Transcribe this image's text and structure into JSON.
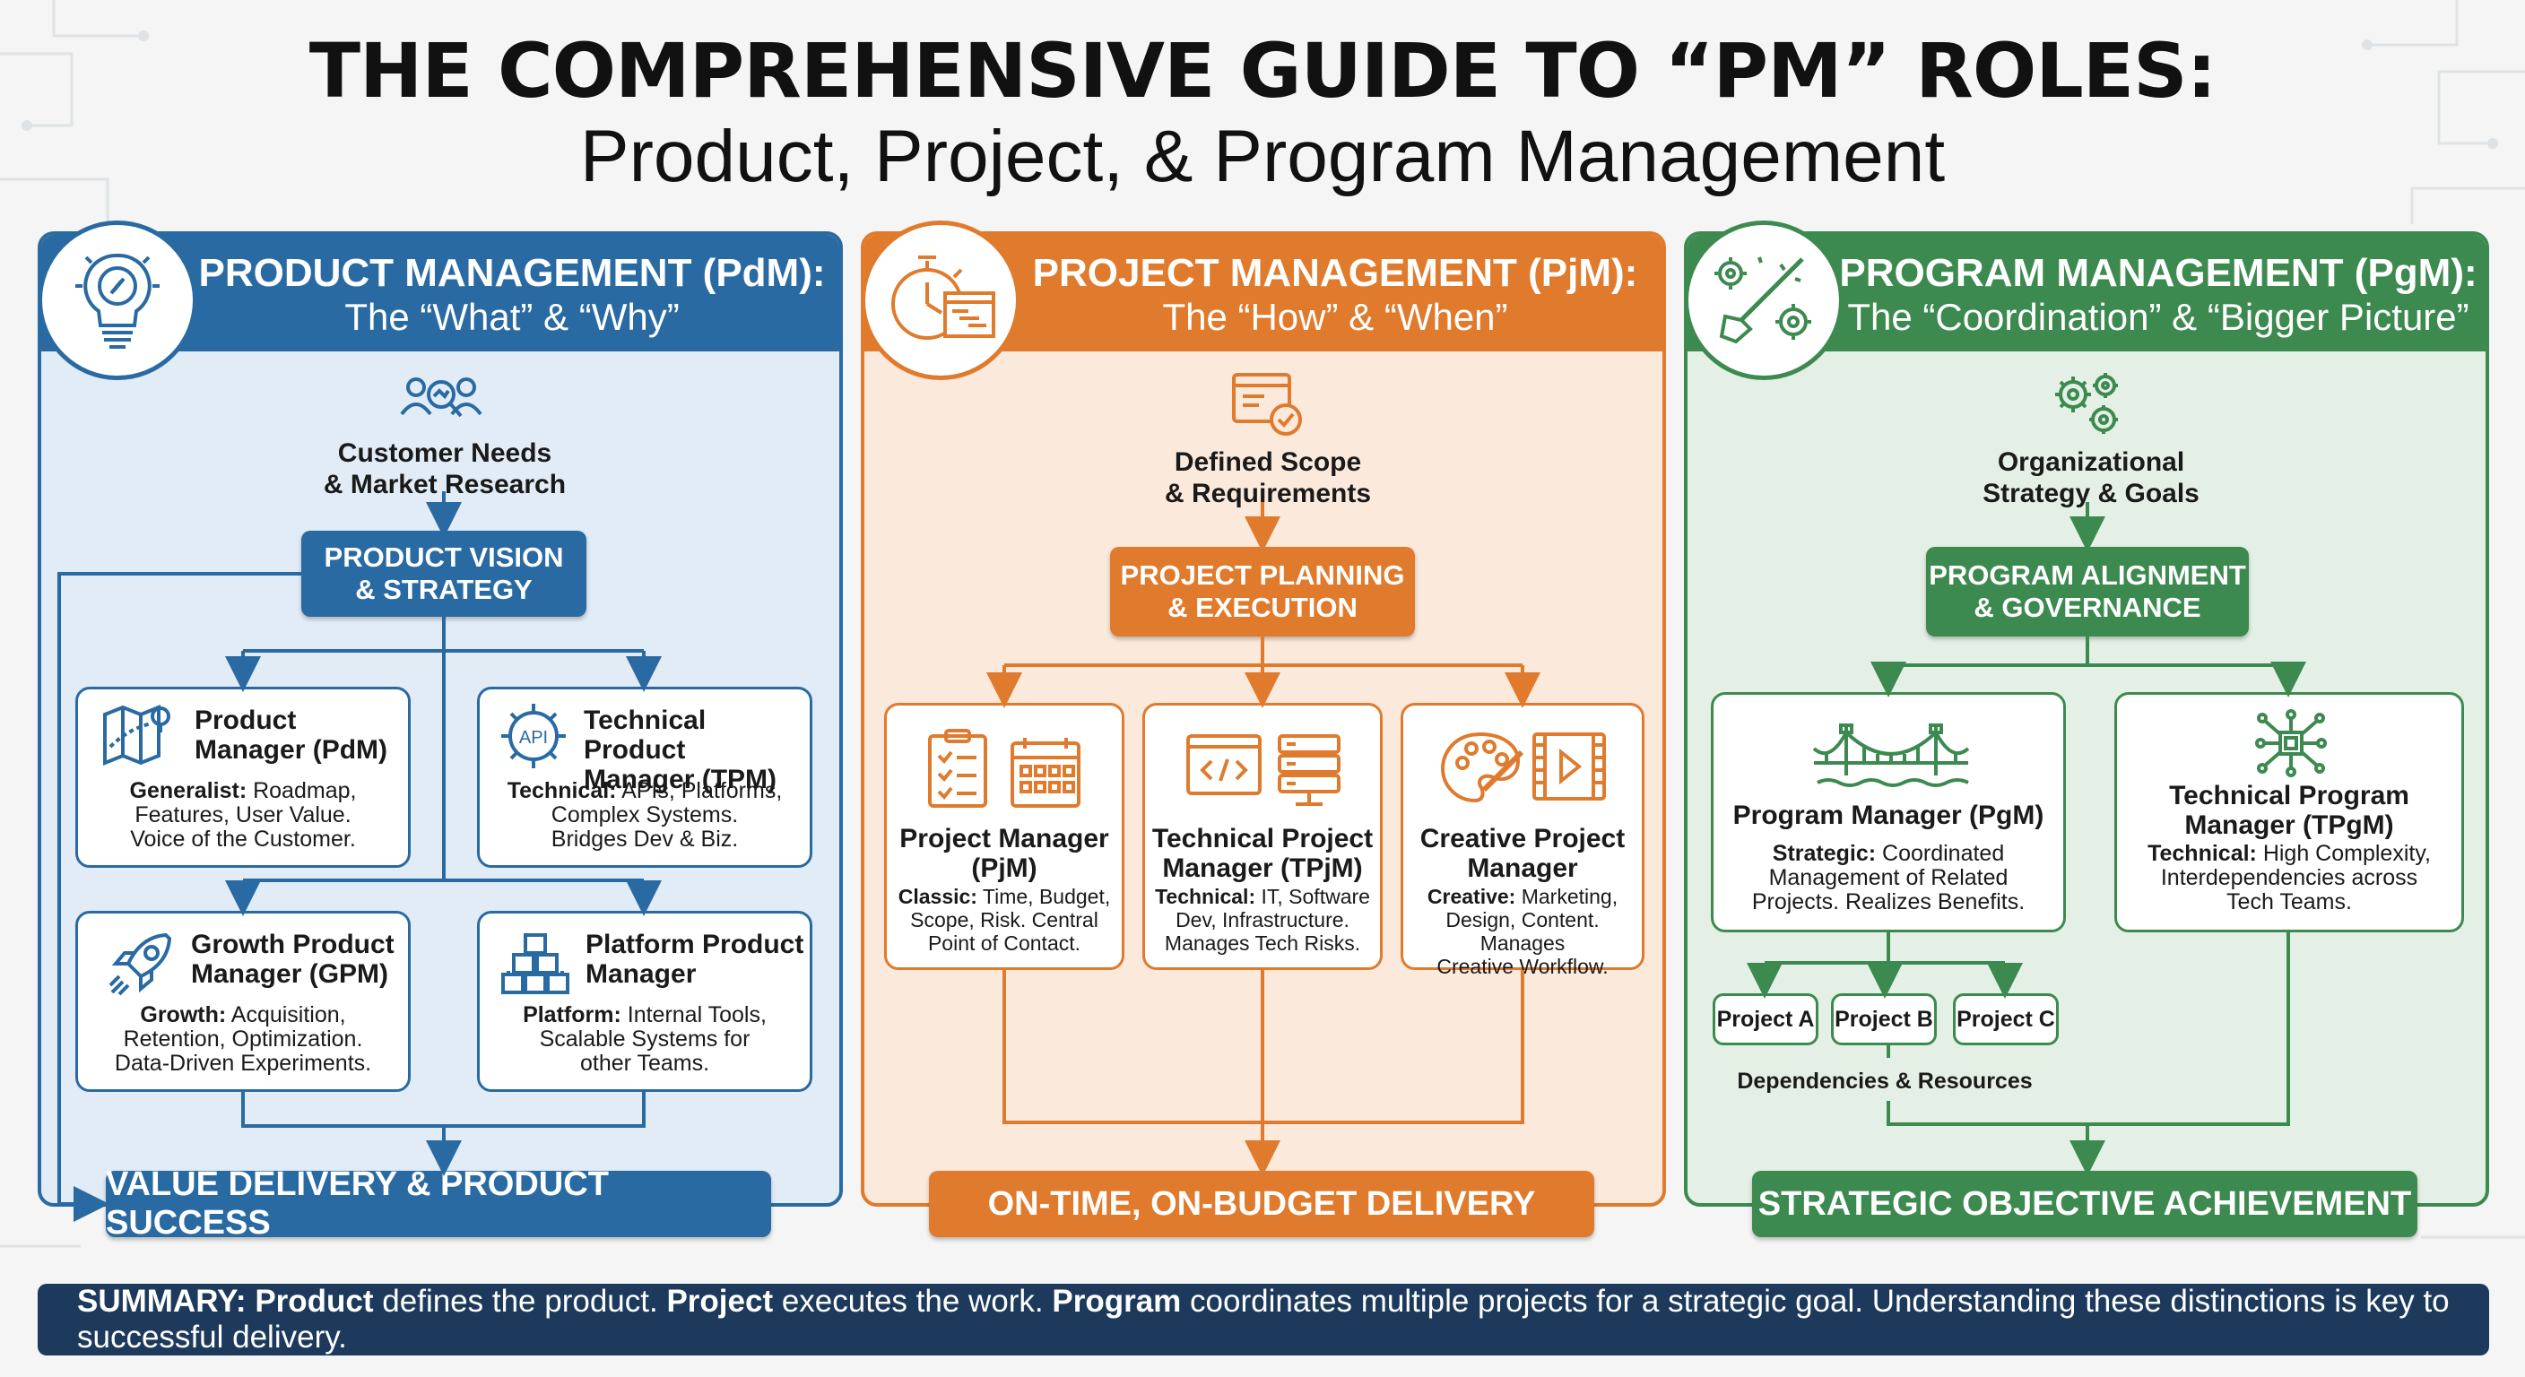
{
  "title": {
    "line1": "THE COMPREHENSIVE GUIDE TO “PM” ROLES:",
    "line2": "Product, Project, & Program Management"
  },
  "colors": {
    "blue": "#2a6aa3",
    "orange": "#e07a2c",
    "green": "#3c8a4f",
    "summary_bg": "#1d3a5c"
  },
  "product": {
    "header_title": "PRODUCT MANAGEMENT (PdM):",
    "header_sub": "The “What” & “Why”",
    "header_icon": "lightbulb-compass-icon",
    "input_label_1": "Customer Needs",
    "input_label_2": "& Market Research",
    "input_icon": "people-search-icon",
    "central_1": "PRODUCT VISION",
    "central_2": "& STRATEGY",
    "roles": [
      {
        "title_1": "Product",
        "title_2": "Manager (PdM)",
        "desc_bold": "Generalist:",
        "desc_1": " Roadmap,",
        "desc_2": "Features, User Value.",
        "desc_3": "Voice of the Customer.",
        "icon": "roadmap-icon"
      },
      {
        "title_1": "Technical Product",
        "title_2": "Manager (TPM)",
        "desc_bold": "Technical:",
        "desc_1": " APIs, Platforms,",
        "desc_2": "Complex Systems.",
        "desc_3": "Bridges Dev & Biz.",
        "icon": "api-gear-icon",
        "icon_text": "API"
      },
      {
        "title_1": "Growth Product",
        "title_2": "Manager (GPM)",
        "desc_bold": "Growth:",
        "desc_1": " Acquisition,",
        "desc_2": "Retention, Optimization.",
        "desc_3": "Data-Driven Experiments.",
        "icon": "rocket-icon"
      },
      {
        "title_1": "Platform Product",
        "title_2": "Manager",
        "desc_bold": "Platform:",
        "desc_1": " Internal Tools,",
        "desc_2": "Scalable Systems for",
        "desc_3": "other Teams.",
        "icon": "building-blocks-icon"
      }
    ],
    "outcome": "VALUE DELIVERY & PRODUCT SUCCESS"
  },
  "project": {
    "header_title": "PROJECT MANAGEMENT (PjM):",
    "header_sub": "The “How” & “When”",
    "header_icon": "stopwatch-gantt-icon",
    "input_label_1": "Defined Scope",
    "input_label_2": "& Requirements",
    "input_icon": "document-check-icon",
    "central_1": "PROJECT PLANNING",
    "central_2": "& EXECUTION",
    "roles": [
      {
        "title_1": "Project Manager",
        "title_2": "(PjM)",
        "desc_bold": "Classic:",
        "desc_1": " Time, Budget,",
        "desc_2": "Scope, Risk. Central",
        "desc_3": "Point of Contact.",
        "icon": "checklist-calendar-icon"
      },
      {
        "title_1": "Technical Project",
        "title_2": "Manager (TPjM)",
        "desc_bold": "Technical:",
        "desc_1": " IT, Software",
        "desc_2": "Dev, Infrastructure.",
        "desc_3": "Manages Tech Risks.",
        "icon": "code-server-icon"
      },
      {
        "title_1": "Creative Project",
        "title_2": "Manager",
        "desc_bold": "Creative:",
        "desc_1": " Marketing,",
        "desc_2": "Design, Content. Manages",
        "desc_3": "Creative Workflow.",
        "icon": "palette-film-icon"
      }
    ],
    "outcome": "ON-TIME, ON-BUDGET DELIVERY"
  },
  "program": {
    "header_title": "PROGRAM MANAGEMENT (PgM):",
    "header_sub": "The “Coordination” & “Bigger Picture”",
    "header_icon": "conductor-baton-gears-icon",
    "input_label_1": "Organizational",
    "input_label_2": "Strategy & Goals",
    "input_icon": "gears-icon",
    "central_1": "PROGRAM ALIGNMENT",
    "central_2": "& GOVERNANCE",
    "roles": [
      {
        "title_1": "Program Manager (PgM)",
        "desc_bold": "Strategic:",
        "desc_1": " Coordinated",
        "desc_2": "Management of Related",
        "desc_3": "Projects. Realizes Benefits.",
        "icon": "bridge-icon"
      },
      {
        "title_1": "Technical Program",
        "title_2": "Manager (TPgM)",
        "desc_bold": "Technical:",
        "desc_1": " High Complexity,",
        "desc_2": "Interdependencies across",
        "desc_3": "Tech Teams.",
        "icon": "network-chip-icon"
      }
    ],
    "projects": [
      "Project A",
      "Project B",
      "Project C"
    ],
    "dependencies": "Dependencies & Resources",
    "outcome": "STRATEGIC OBJECTIVE ACHIEVEMENT"
  },
  "summary": {
    "label": "SUMMARY:",
    "b1": "Product",
    "t1": " defines the product. ",
    "b2": "Project",
    "t2": " executes the work. ",
    "b3": "Program",
    "t3": " coordinates multiple projects for a strategic goal. Understanding these distinctions is key to successful delivery."
  }
}
